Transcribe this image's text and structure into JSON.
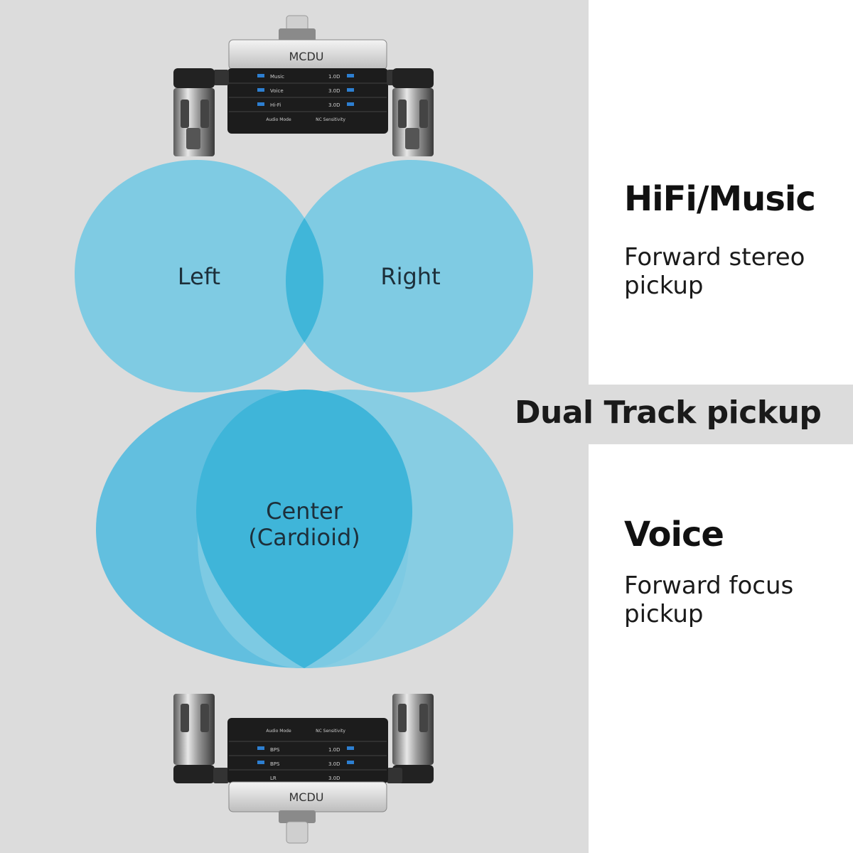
{
  "hifi": {
    "title": "HiFi/Music",
    "desc_line1": "Forward stereo",
    "desc_line2": "pickup"
  },
  "band_title": "Dual Track pickup",
  "voice": {
    "title": "Voice",
    "desc_line1": "Forward focus",
    "desc_line2": "pickup"
  },
  "lobes": {
    "left": "Left",
    "right": "Right",
    "center_line1": "Center",
    "center_line2": "(Cardioid)"
  },
  "device": {
    "brand": "MCDU",
    "top_menu": [
      "Music",
      "Voice",
      "Hi-Fi"
    ],
    "top_menu_values": [
      "1.0D",
      "3.0D",
      "3.0D"
    ],
    "top_buttons": [
      "Audio Mode",
      "NC Sensitivity"
    ],
    "bottom_menu": [
      "BPS",
      "BPS",
      "LR"
    ],
    "bottom_menu_values": [
      "1.0D",
      "3.0D",
      "3.0D"
    ],
    "bottom_buttons": [
      "Audio Mode",
      "NC Sensitivity"
    ]
  },
  "colors": {
    "lobe_light": "#78c6e0",
    "lobe_overlap": "#3db5d8",
    "panel_gray": "#dcdcdc"
  }
}
